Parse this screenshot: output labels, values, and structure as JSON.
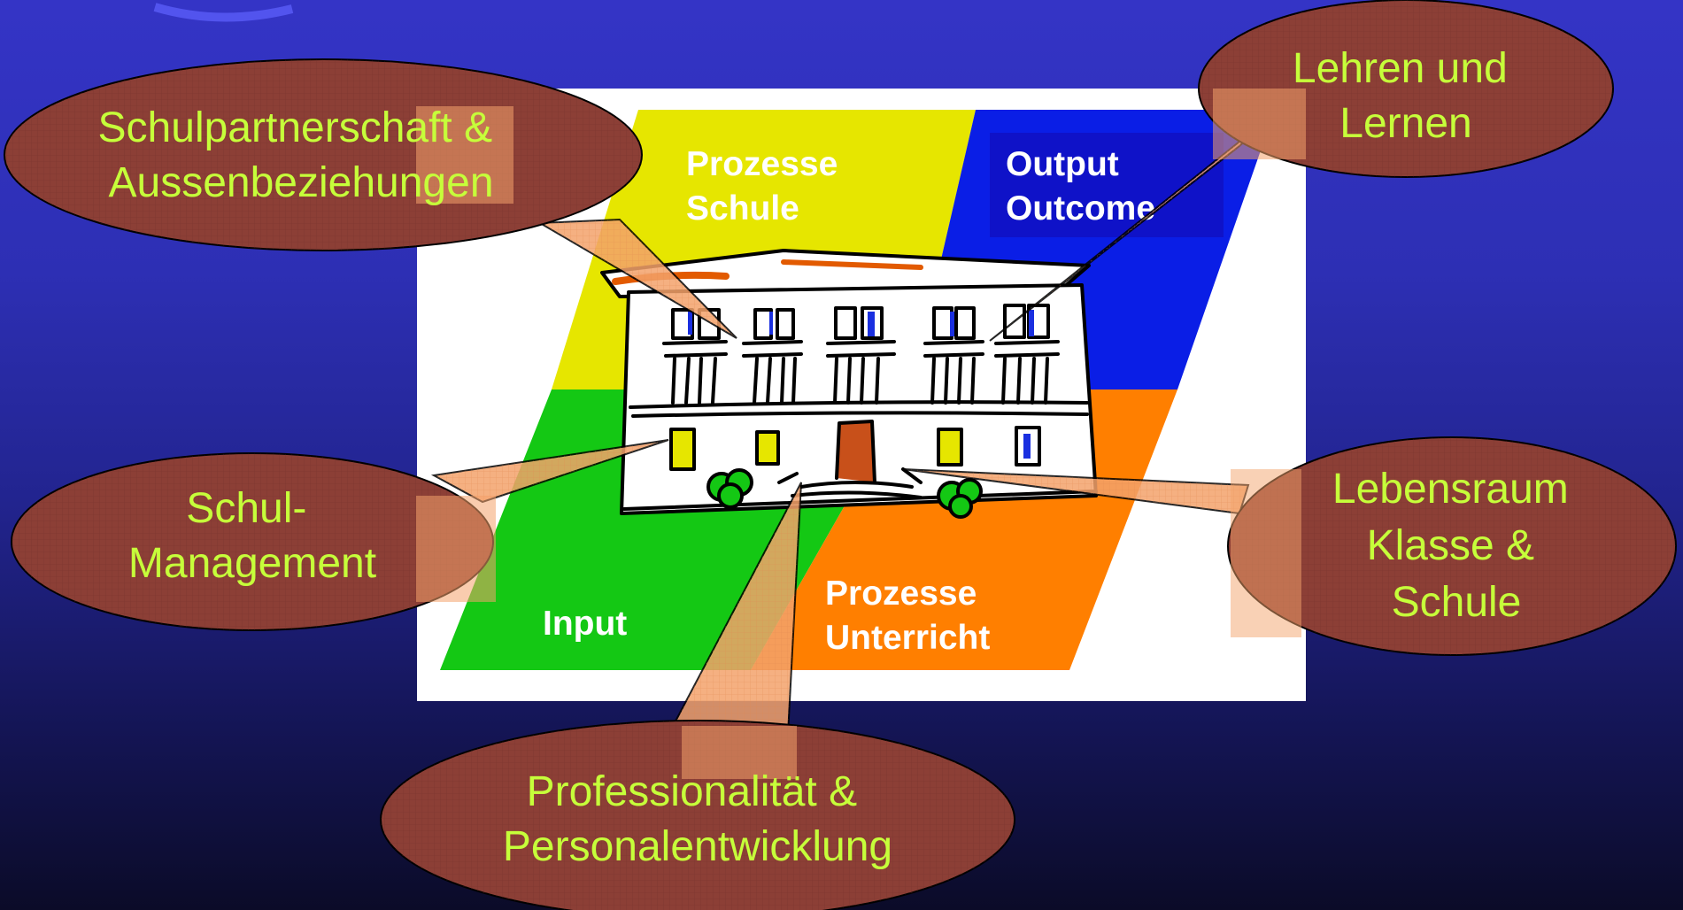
{
  "colors": {
    "background_top": "#3434c6",
    "background_bottom": "#0b0b28",
    "quadrant_prozesse_schule": "#e6e600",
    "quadrant_output_outcome": "#0a1ee6",
    "quadrant_input": "#14c814",
    "quadrant_prozesse_unterricht": "#ff7f00",
    "bubble_fill": "#8c3f36",
    "bubble_text": "#c6ff3a",
    "callout_fill": "#f4a36c"
  },
  "quadrants": {
    "prozesse_schule": [
      "Prozesse",
      "Schule"
    ],
    "output_outcome": [
      "Output",
      "Outcome"
    ],
    "input": [
      "Input"
    ],
    "prozesse_unterricht": [
      "Prozesse",
      "Unterricht"
    ]
  },
  "bubbles": {
    "schulpartnerschaft": [
      "Schulpartnerschaft &",
      "Aussenbeziehungen"
    ],
    "lehren_lernen": [
      "Lehren und",
      "Lernen"
    ],
    "schulmanagement": [
      "Schul-",
      "Management"
    ],
    "lebensraum": [
      "Lebensraum",
      "Klasse &",
      "Schule"
    ],
    "professionalitaet": [
      "Professionalität &",
      "Personalentwicklung"
    ]
  },
  "icons": {
    "school_building": "school-building-icon"
  }
}
